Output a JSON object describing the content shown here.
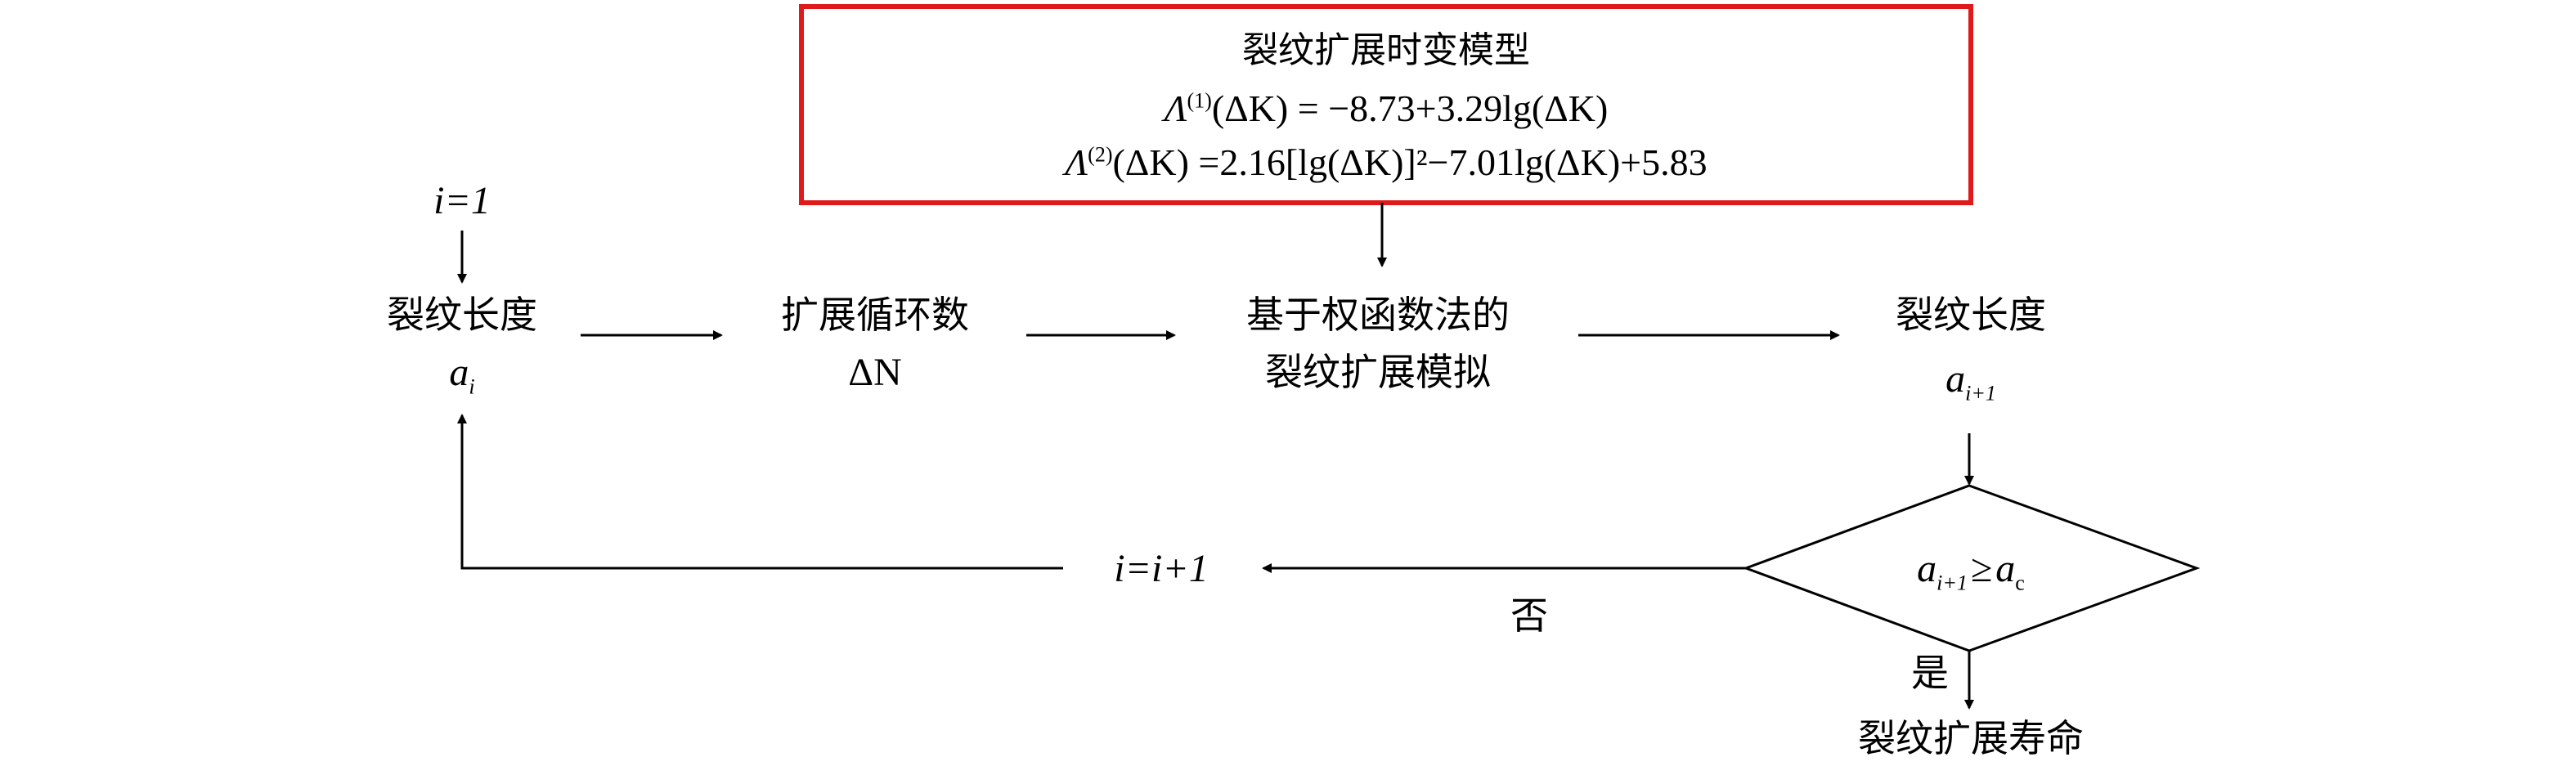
{
  "model_box": {
    "title": "裂纹扩展时变模型",
    "eq1_sup": "(1)",
    "eq1_body": "(ΔK) = −8.73+3.29lg(ΔK)",
    "eq2_sup": "(2)",
    "eq2_body": "(ΔK) =2.16[lg(ΔK)]²−7.01lg(ΔK)+5.83",
    "lambda": "Λ",
    "border_color": "#e0191b"
  },
  "init": {
    "label": "i=1"
  },
  "node_crack_len": {
    "label": "裂纹长度",
    "var": "a",
    "sub": "i"
  },
  "node_cycles": {
    "label": "扩展循环数",
    "var": "ΔN"
  },
  "node_sim": {
    "line1": "基于权函数法的",
    "line2": "裂纹扩展模拟"
  },
  "node_crack_len_next": {
    "label": "裂纹长度",
    "var": "a",
    "sub": "i+1"
  },
  "decision": {
    "lhs": "a",
    "lhs_sub": "i+1",
    "op": "≥",
    "rhs": "a",
    "rhs_sub": "c"
  },
  "increment": {
    "label": "i=i+1"
  },
  "edge_no": {
    "label": "否"
  },
  "edge_yes": {
    "label": "是"
  },
  "result": {
    "label": "裂纹扩展寿命"
  }
}
